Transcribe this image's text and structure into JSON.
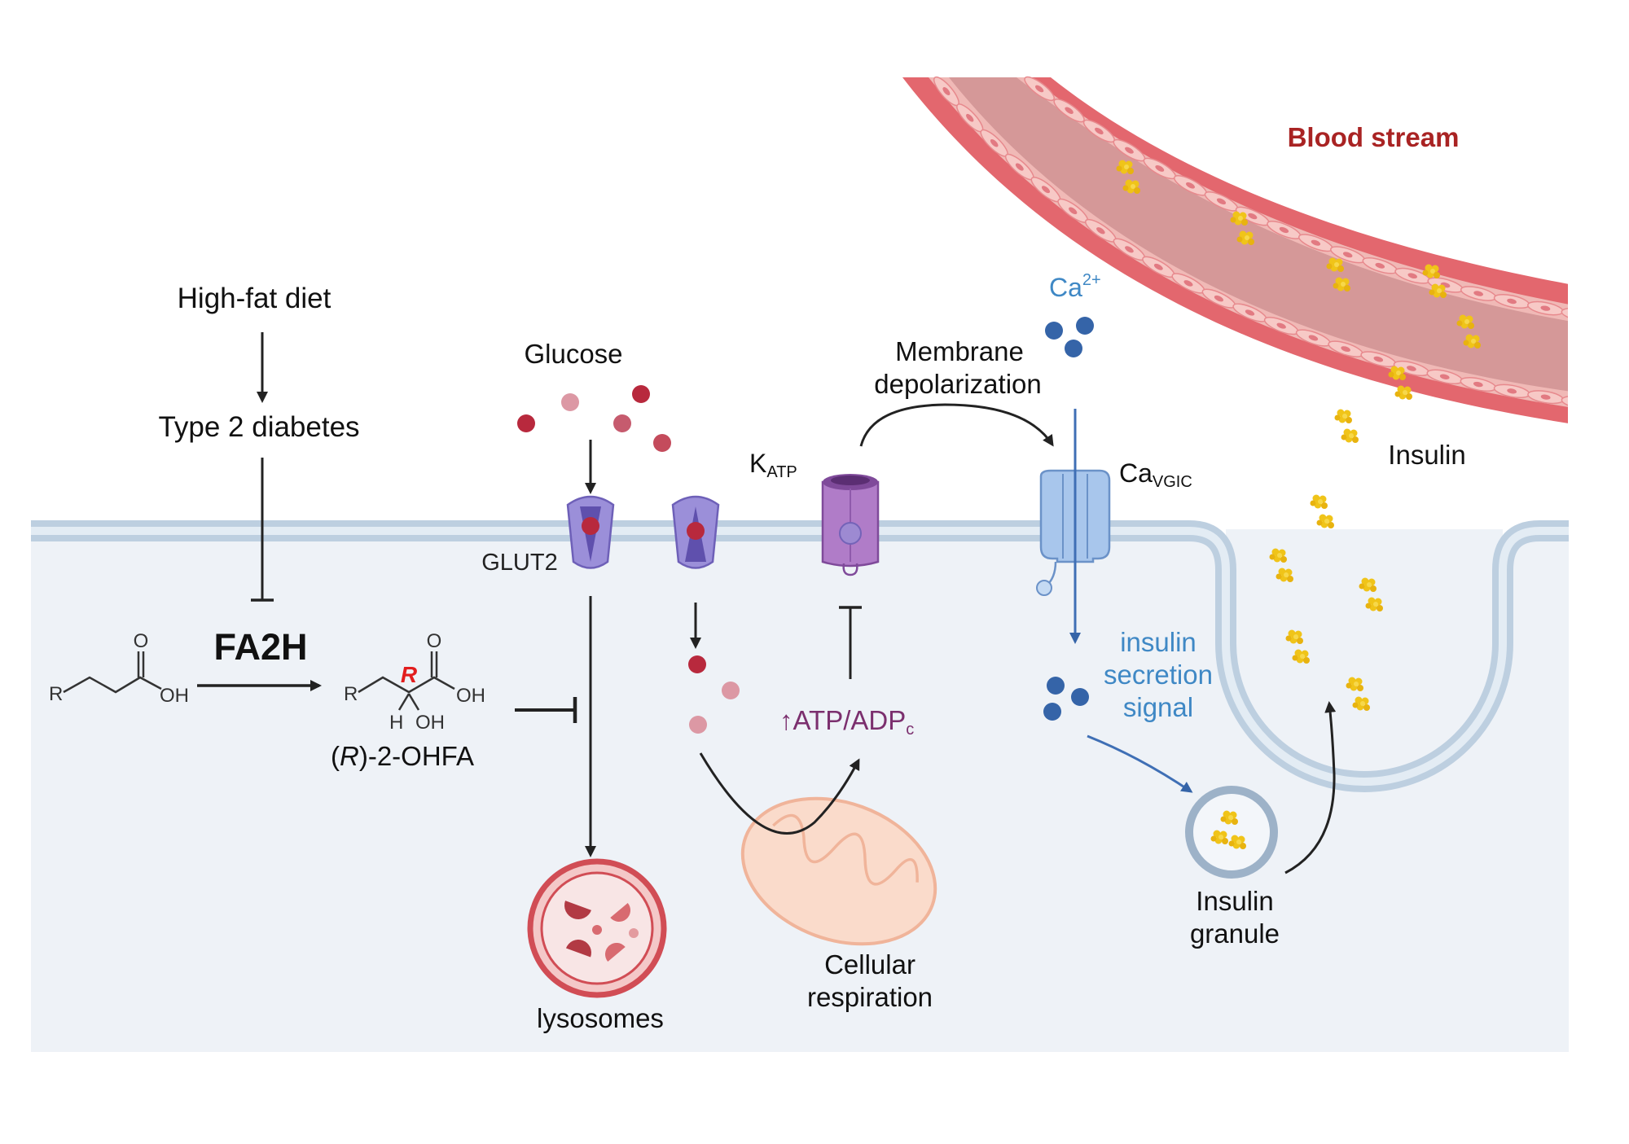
{
  "labels": {
    "high_fat_diet": "High-fat diet",
    "type2_diabetes": "Type 2 diabetes",
    "fa2h": "FA2H",
    "r_label": "R",
    "r_2ohfa_paren_open": "(",
    "r_2ohfa_r": "R",
    "r_2ohfa_rest": ")-2-OHFA",
    "glucose": "Glucose",
    "glut2": "GLUT2",
    "katp_main": "K",
    "katp_sub": "ATP",
    "membrane_depolarization_line1": "Membrane",
    "membrane_depolarization_line2": "depolarization",
    "ca_main": "Ca",
    "ca_sup": "2+",
    "cavgic_main": "Ca",
    "cavgic_sub": "VGIC",
    "blood_stream": "Blood stream",
    "insulin": "Insulin",
    "atp_adp_arrow": "↑",
    "atp_adp_main": "ATP/ADP",
    "atp_adp_sub": "c",
    "insulin_secretion_line1": "insulin",
    "insulin_secretion_line2": "secretion",
    "insulin_secretion_line3": "signal",
    "insulin_granule_line1": "Insulin",
    "insulin_granule_line2": "granule",
    "cellular_respiration_line1": "Cellular",
    "cellular_respiration_line2": "respiration",
    "lysosomes": "lysosomes"
  },
  "chem": {
    "R": "R",
    "O": "O",
    "OH": "OH",
    "H": "H"
  },
  "colors": {
    "cell_bg": "#eef2f7",
    "membrane": "#c3d3e2",
    "blood": "#d99a99",
    "blood_wall": "#e06a72",
    "glucose_dark": "#b8293d",
    "glucose_light": "#dc98a4",
    "calcium": "#3564a8",
    "insulin": "#f0c419",
    "glut2": "#8c7fd0",
    "katp": "#a872c0",
    "cavgic": "#a8c6ec",
    "lysosome": "#d14d55",
    "mito": "#f5c9b6",
    "blood_label": "#a92323",
    "signal_text": "#3f88c5",
    "atp_text": "#7b2f6e"
  }
}
